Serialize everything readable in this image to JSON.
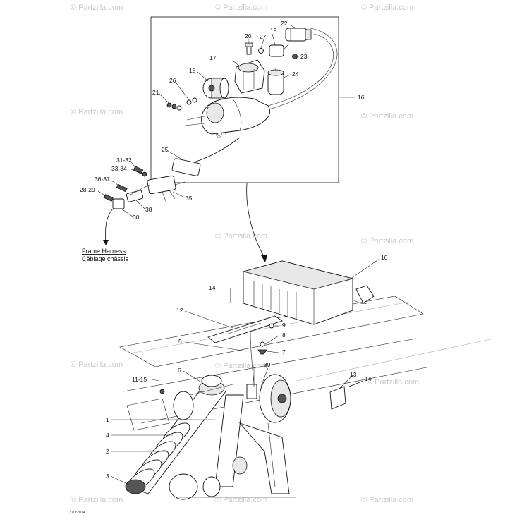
{
  "callouts": [
    {
      "id": "c22",
      "text": "22"
    },
    {
      "id": "c20",
      "text": "20"
    },
    {
      "id": "c27",
      "text": "27"
    },
    {
      "id": "c19",
      "text": "19"
    },
    {
      "id": "c23",
      "text": "23"
    },
    {
      "id": "c17",
      "text": "17"
    },
    {
      "id": "c18",
      "text": "18"
    },
    {
      "id": "c24",
      "text": "24"
    },
    {
      "id": "c26",
      "text": "26"
    },
    {
      "id": "c21",
      "text": "21"
    },
    {
      "id": "c16",
      "text": "16"
    },
    {
      "id": "c25",
      "text": "25"
    },
    {
      "id": "c3132",
      "text": "31-32"
    },
    {
      "id": "c3334",
      "text": "33-34"
    },
    {
      "id": "c3637",
      "text": "36-37"
    },
    {
      "id": "c2829",
      "text": "28-29"
    },
    {
      "id": "c35",
      "text": "35"
    },
    {
      "id": "c38",
      "text": "38"
    },
    {
      "id": "c30",
      "text": "30"
    },
    {
      "id": "c10",
      "text": "10"
    },
    {
      "id": "c14a",
      "text": "14"
    },
    {
      "id": "c12",
      "text": "12"
    },
    {
      "id": "c9",
      "text": "9"
    },
    {
      "id": "c8",
      "text": "8"
    },
    {
      "id": "c5",
      "text": "5"
    },
    {
      "id": "c7",
      "text": "7"
    },
    {
      "id": "c39",
      "text": "39"
    },
    {
      "id": "c6",
      "text": "6"
    },
    {
      "id": "c13",
      "text": "13"
    },
    {
      "id": "c14b",
      "text": "14"
    },
    {
      "id": "c1115",
      "text": "11-15"
    },
    {
      "id": "c1",
      "text": "1"
    },
    {
      "id": "c4",
      "text": "4"
    },
    {
      "id": "c2",
      "text": "2"
    },
    {
      "id": "c3",
      "text": "3"
    }
  ],
  "harness_label": {
    "line1": "Frame Harness",
    "line2": "Câblage châssis"
  },
  "drawing_ref": "370f2014",
  "watermark": "© Partzilla.com",
  "colors": {
    "ink": "#111111",
    "watermark": "#c9c9c9",
    "background": "#ffffff"
  }
}
